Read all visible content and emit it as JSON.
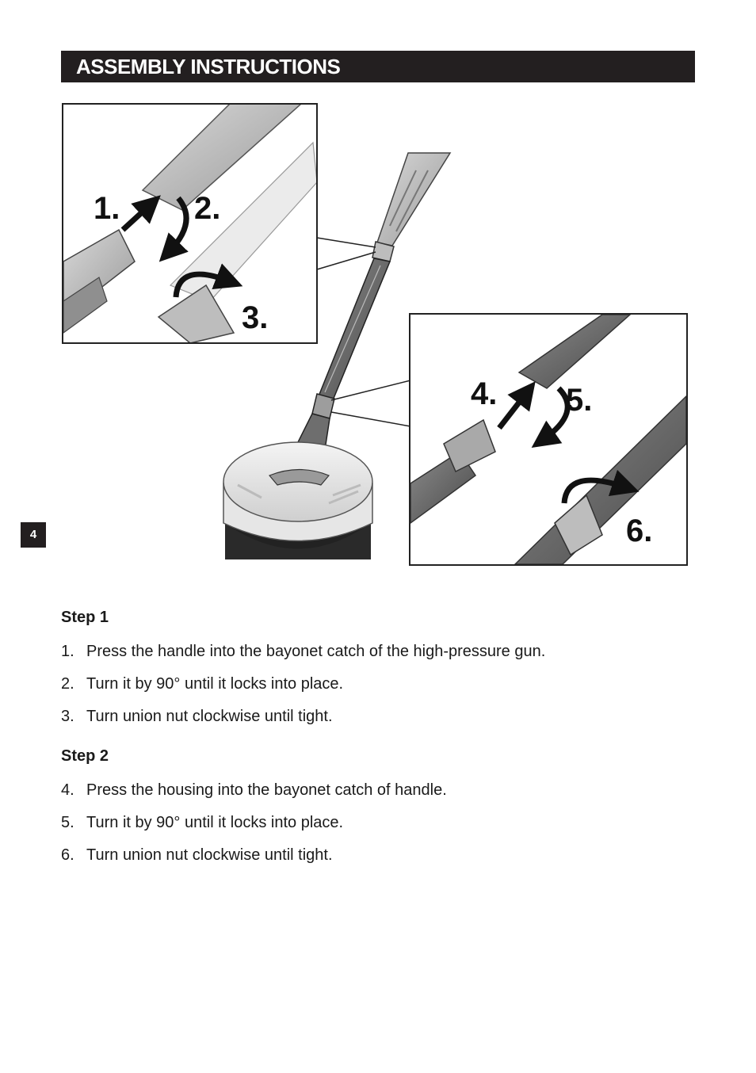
{
  "header": {
    "title": "ASSEMBLY INSTRUCTIONS"
  },
  "page_number": "4",
  "figure": {
    "callouts": [
      "1.",
      "2.",
      "3.",
      "4.",
      "5.",
      "6."
    ]
  },
  "steps": [
    {
      "heading": "Step 1",
      "items": [
        {
          "num": "1.",
          "text": "Press the handle into the bayonet catch of the high-pressure gun."
        },
        {
          "num": "2.",
          "text": "Turn it by 90° until it locks into place."
        },
        {
          "num": "3.",
          "text": "Turn union nut clockwise until tight."
        }
      ]
    },
    {
      "heading": "Step 2",
      "items": [
        {
          "num": "4.",
          "text": "Press the housing into the bayonet catch of handle."
        },
        {
          "num": "5.",
          "text": "Turn it by 90° until it locks into place."
        },
        {
          "num": "6.",
          "text": "Turn union nut clockwise until tight."
        }
      ]
    }
  ]
}
